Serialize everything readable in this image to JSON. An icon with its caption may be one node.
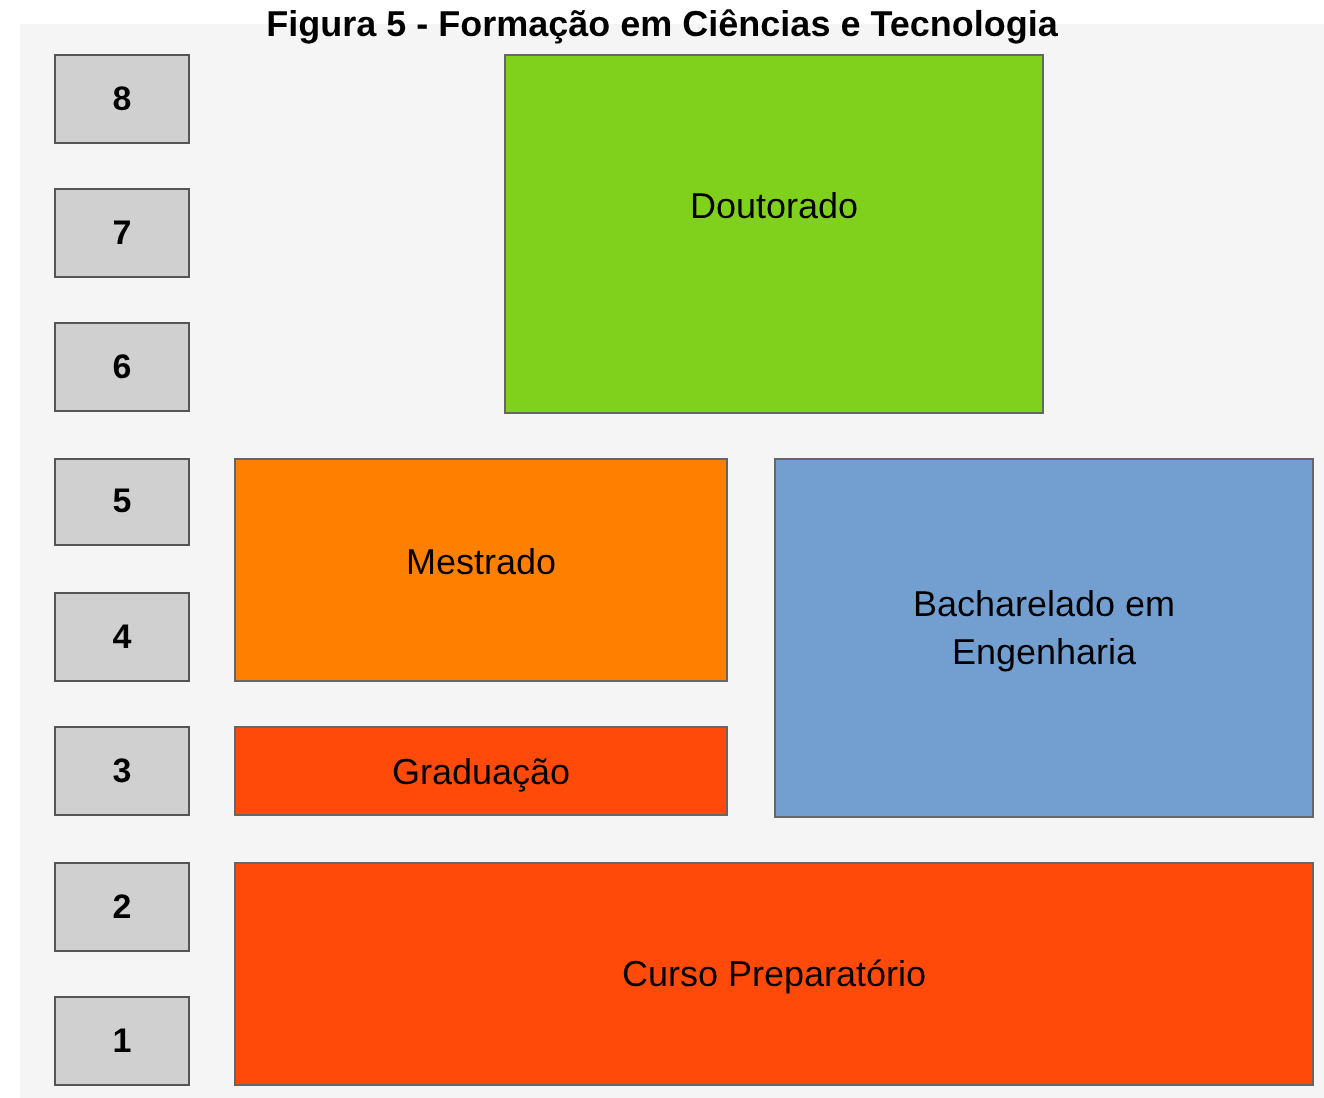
{
  "diagram": {
    "title": "Figura 5 - Formação em Ciências e Tecnologia",
    "nodes": [
      {
        "text": [
          "8"
        ]
      },
      {
        "text": [
          "7"
        ]
      },
      {
        "text": [
          "6"
        ]
      },
      {
        "text": [
          "5"
        ]
      },
      {
        "text": [
          "4"
        ]
      },
      {
        "text": [
          "3"
        ]
      },
      {
        "text": [
          "2"
        ]
      },
      {
        "text": [
          "1"
        ]
      },
      {
        "text": [
          "Doutorado"
        ]
      },
      {
        "text": [
          "Mestrado"
        ]
      },
      {
        "text": [
          "Bacharelado em Engenharia"
        ]
      },
      {
        "text": [
          "Graduação"
        ]
      },
      {
        "text": [
          "Curso Preparatório"
        ]
      }
    ]
  }
}
